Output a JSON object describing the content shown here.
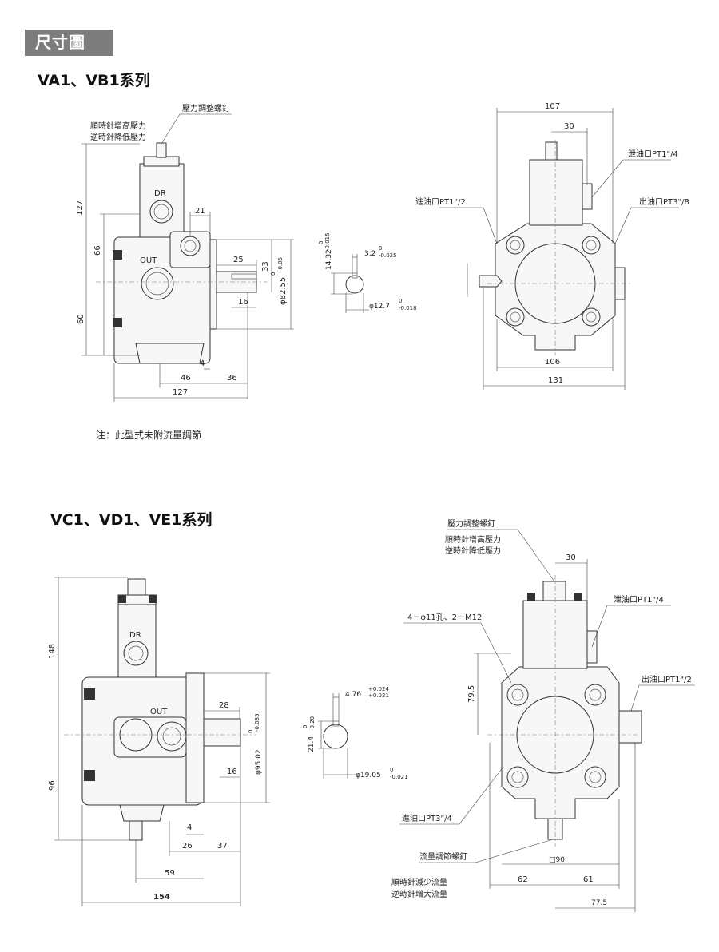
{
  "header": {
    "badge": "尺寸圖"
  },
  "section1": {
    "title": "VA1、VB1系列",
    "note": "注：此型式未附流量調節",
    "labels": {
      "adjust_screw": "壓力調整螺釘",
      "cw_increase": "順時針增高壓力",
      "ccw_decrease": "逆時針降低壓力",
      "dr": "DR",
      "out": "OUT",
      "drain": "泄油口PT1\"/4",
      "inlet": "進油口PT1\"/2",
      "outlet": "出油口PT3\"/8"
    },
    "dims": {
      "d127v": "127",
      "d66": "66",
      "d60": "60",
      "d21": "21",
      "d25": "25",
      "d33": "33",
      "d16": "16",
      "d4": "4",
      "d46": "46",
      "d36": "36",
      "d127h": "127",
      "phi82": "φ82.55",
      "phi82_tol_top": "0",
      "phi82_tol_bot": "-0.05",
      "d14": "14.32",
      "d14_tol_top": "0",
      "d14_tol_bot": "-0.015",
      "d3_2": "3.2",
      "d3_2_tol_top": "0",
      "d3_2_tol_bot": "-0.025",
      "phi12": "φ12.7",
      "phi12_tol_top": "0",
      "phi12_tol_bot": "-0.018",
      "d107": "107",
      "d30": "30",
      "d106": "106",
      "d131": "131"
    }
  },
  "section2": {
    "title": "VC1、VD1、VE1系列",
    "labels": {
      "adjust_screw": "壓力調整螺釘",
      "cw_increase": "順時針增高壓力",
      "ccw_decrease": "逆時針降低壓力",
      "dr": "DR",
      "out": "OUT",
      "holes": "4－φ11孔、2－M12",
      "drain": "泄油口PT1\"/4",
      "outlet": "出油口PT1\"/2",
      "inlet": "進油口PT3\"/4",
      "flow_screw": "流量調節螺釘",
      "cw_reduce_flow": "順時針減少流量",
      "ccw_increase_flow": "逆時針增大流量"
    },
    "dims": {
      "d148": "148",
      "d96": "96",
      "d28": "28",
      "d16": "16",
      "d4": "4",
      "d26": "26",
      "d37": "37",
      "d59": "59",
      "d154": "154",
      "phi95": "φ95.02",
      "phi95_tol_top": "0",
      "phi95_tol_bot": "-0.035",
      "d4_76": "4.76",
      "d4_76_tol_top": "+0.024",
      "d4_76_tol_bot": "+0.021",
      "d21_4": "21.4",
      "d21_4_tol_top": "0",
      "d21_4_tol_bot": "-0.20",
      "phi19": "φ19.05",
      "phi19_tol_top": "0",
      "phi19_tol_bot": "-0.021",
      "d30": "30",
      "d79_5": "79.5",
      "sq90": "□90",
      "d62": "62",
      "d61": "61",
      "d77_5": "77.5"
    }
  }
}
